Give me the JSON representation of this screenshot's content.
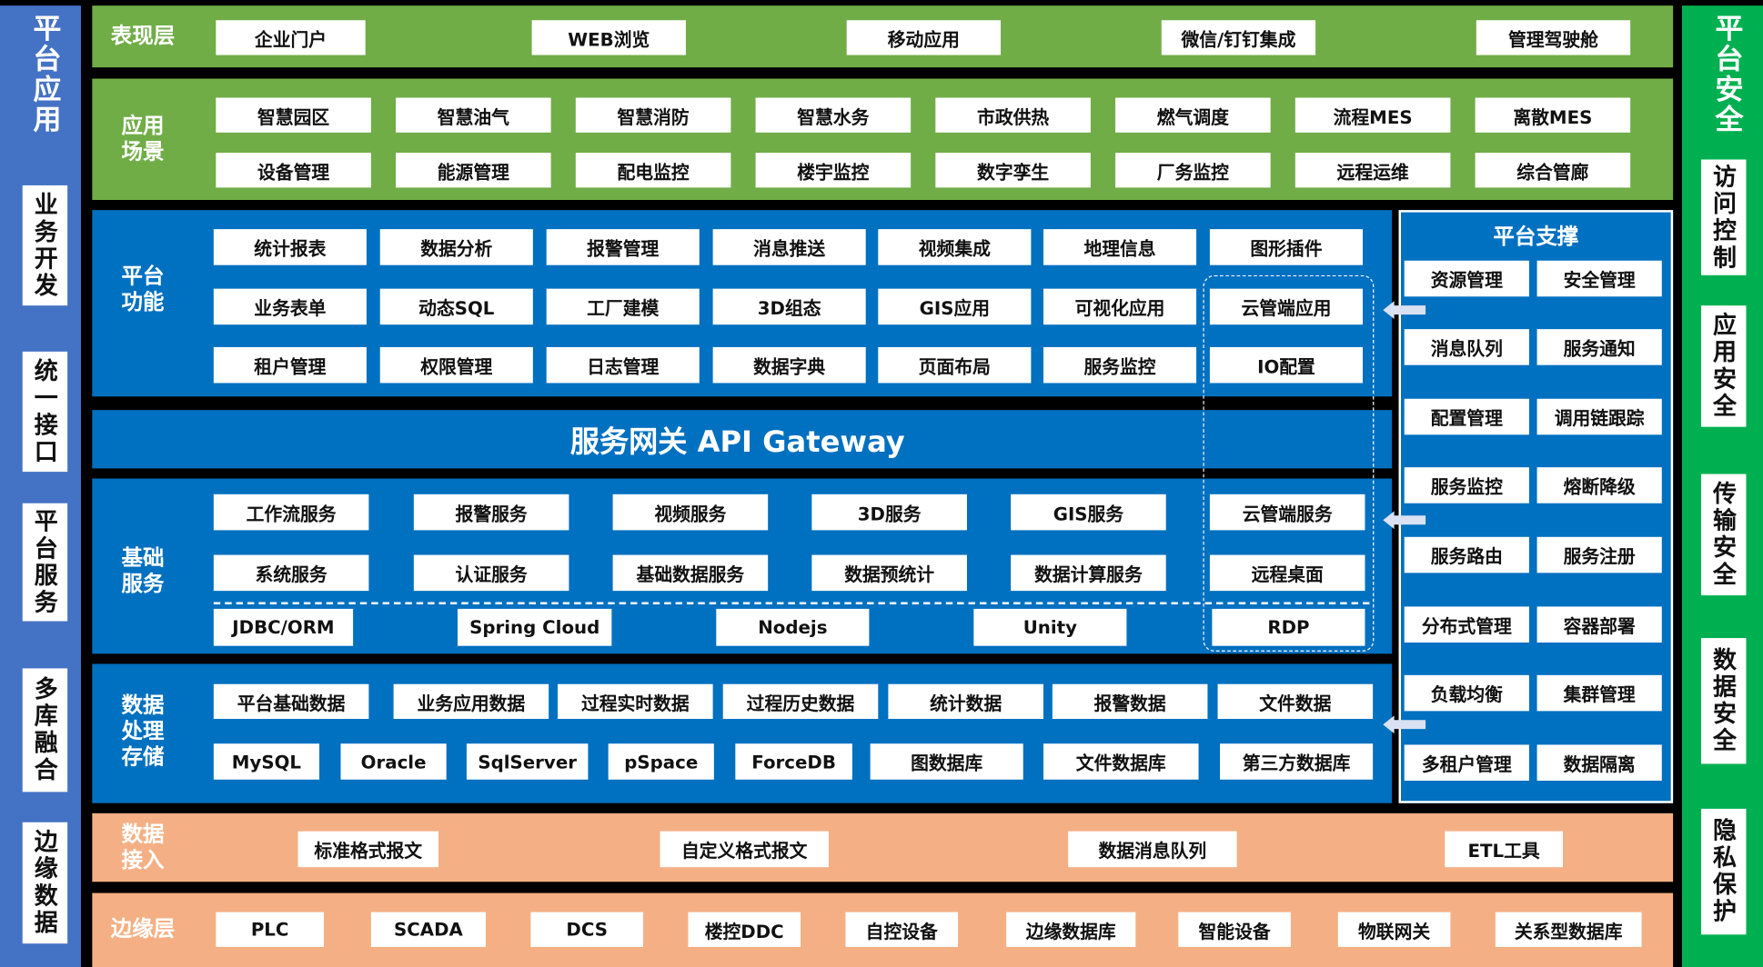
{
  "left": {
    "title": "平台应用",
    "items": [
      "业务开发",
      "统一接口",
      "平台服务",
      "多库融合",
      "边缘数据"
    ]
  },
  "right": {
    "title": "平台安全",
    "items": [
      "访问控制",
      "应用安全",
      "传输安全",
      "数据安全",
      "隐私保护"
    ]
  },
  "presentation": {
    "label": "表现层",
    "items": [
      "企业门户",
      "WEB浏览",
      "移动应用",
      "微信/钉钉集成",
      "管理驾驶舱"
    ]
  },
  "scenarios": {
    "label": "应用\n场景",
    "items": [
      "智慧园区",
      "智慧油气",
      "智慧消防",
      "智慧水务",
      "市政供热",
      "燃气调度",
      "流程MES",
      "离散MES",
      "设备管理",
      "能源管理",
      "配电监控",
      "楼宇监控",
      "数字孪生",
      "厂务监控",
      "远程运维",
      "综合管廊"
    ]
  },
  "functions": {
    "label": "平台\n功能",
    "items": [
      "统计报表",
      "数据分析",
      "报警管理",
      "消息推送",
      "视频集成",
      "地理信息",
      "图形插件",
      "业务表单",
      "动态SQL",
      "工厂建模",
      "3D组态",
      "GIS应用",
      "可视化应用",
      "云管端应用",
      "租户管理",
      "权限管理",
      "日志管理",
      "数据字典",
      "页面布局",
      "服务监控",
      "IO配置"
    ]
  },
  "gateway": {
    "title": "服务网关 API Gateway"
  },
  "base": {
    "label": "基础\n服务",
    "items": [
      "工作流服务",
      "报警服务",
      "视频服务",
      "3D服务",
      "GIS服务",
      "云管端服务",
      "系统服务",
      "认证服务",
      "基础数据服务",
      "数据预统计",
      "数据计算服务",
      "远程桌面"
    ],
    "tech": [
      "JDBC/ORM",
      "Spring Cloud",
      "Nodejs",
      "Unity",
      "RDP"
    ]
  },
  "storage": {
    "label": "数据\n处理\n存储",
    "data_types": [
      "平台基础数据",
      "业务应用数据",
      "过程实时数据",
      "过程历史数据",
      "统计数据",
      "报警数据",
      "文件数据"
    ],
    "databases": [
      "MySQL",
      "Oracle",
      "SqlServer",
      "pSpace",
      "ForceDB",
      "图数据库",
      "文件数据库",
      "第三方数据库"
    ]
  },
  "support": {
    "title": "平台支撑",
    "items": [
      "资源管理",
      "安全管理",
      "消息队列",
      "服务通知",
      "配置管理",
      "调用链跟踪",
      "服务监控",
      "熔断降级",
      "服务路由",
      "服务注册",
      "分布式管理",
      "容器部署",
      "负载均衡",
      "集群管理",
      "多租户管理",
      "数据隔离"
    ]
  },
  "access": {
    "label": "数据\n接入",
    "items": [
      "标准格式报文",
      "自定义格式报文",
      "数据消息队列",
      "ETL工具"
    ]
  },
  "edge": {
    "label": "边缘层",
    "items": [
      "PLC",
      "SCADA",
      "DCS",
      "楼控DDC",
      "自控设备",
      "边缘数据库",
      "智能设备",
      "物联网关",
      "关系型数据库"
    ]
  },
  "colors": {
    "green": "#70ad47",
    "blue": "#0070c0",
    "left_bar": "#4472c4",
    "right_bar": "#00b050",
    "orange": "#f4b084",
    "arrow": "#d9e1f2"
  }
}
